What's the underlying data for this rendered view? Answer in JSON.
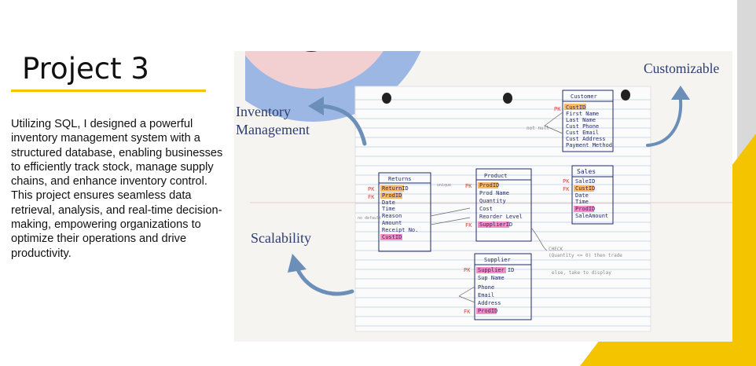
{
  "slide": {
    "title": "Project 3",
    "body": "Utilizing SQL, I designed a powerful inventory management system with a structured database, enabling businesses to efficiently track stock, manage supply chains, and enhance inventory control. This project ensures seamless data retrieval, analysis, and real-time decision-making, empowering organizations to optimize their operations and drive productivity."
  },
  "figure": {
    "labels": {
      "inventory_line1": "Inventory",
      "inventory_line2": "Management",
      "customizable": "Customizable",
      "scalability": "Scalability"
    },
    "sketch": {
      "customer": {
        "name": "Customer",
        "pk": "PK",
        "fields": [
          "CustID",
          "First Name",
          "Last Name",
          "Cust Phone",
          "Cust Email",
          "Cust Address",
          "Payment Method"
        ]
      },
      "sales": {
        "name": "Sales",
        "pk": "PK",
        "fk": "FK",
        "fields": [
          "SaleID",
          "CustID",
          "Date",
          "Time",
          "ProdID",
          "SaleAmount"
        ]
      },
      "returns": {
        "name": "Returns",
        "pk": "PK",
        "fk": "FK",
        "fields": [
          "ReturnID",
          "ProdID",
          "Date",
          "Time",
          "Reason",
          "Amount",
          "Receipt No.",
          "CustID"
        ]
      },
      "product": {
        "name": "Product",
        "pk": "PK",
        "fk": "FK",
        "fields": [
          "ProdID",
          "Prod Name",
          "Quantity",
          "Cost",
          "Reorder Level",
          "SupplierID"
        ]
      },
      "supplier": {
        "name": "Supplier",
        "pk": "PK",
        "fk": "FK",
        "fields": [
          "Supplier ID",
          "Sup Name",
          "Phone",
          "Email",
          "Address",
          "ProdID"
        ]
      },
      "notes": {
        "not_null": "not null",
        "check": "CHECK",
        "check_quantity": "(Quantity <= 0) then trade",
        "else_display": "else, take to display",
        "unique": "unique",
        "no_default": "no default"
      }
    }
  },
  "colors": {
    "accent_yellow": "#f5c400",
    "arrow_blue": "#6b8fb8",
    "label_navy": "#2c3e6e",
    "circle_blue": "#9db7e4",
    "circle_pink": "#f0c4c8",
    "side_gray": "#d9d9d9"
  }
}
